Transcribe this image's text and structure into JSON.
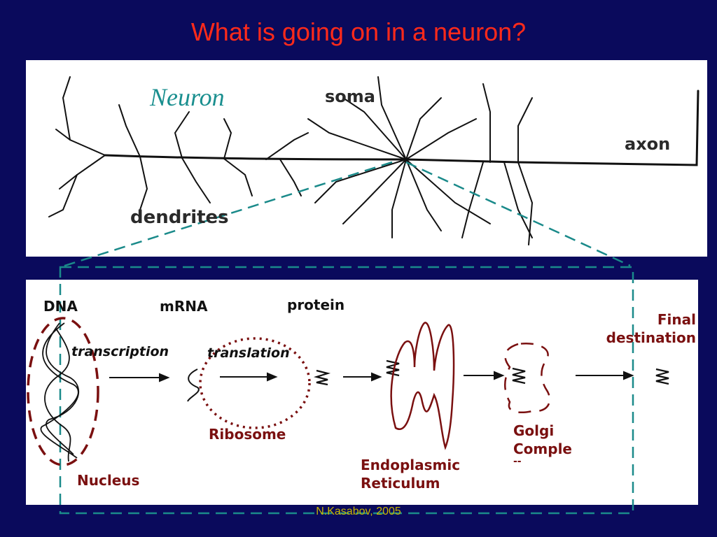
{
  "title": "What is going on in a neuron?",
  "neuron_panel": {
    "heading": "Neuron",
    "labels": {
      "soma": "soma",
      "axon": "axon",
      "dendrites": "dendrites"
    }
  },
  "process_panel": {
    "molecules": {
      "dna": "DNA",
      "mrna": "mRNA",
      "protein": "protein"
    },
    "steps": {
      "transcription": "transcription",
      "translation": "translation"
    },
    "organelles": {
      "nucleus": "Nucleus",
      "ribosome": "Ribosome",
      "er_line1": "Endoplasmic",
      "er_line2": "Reticulum",
      "golgi_line1": "Golgi",
      "golgi_line2": "Comple",
      "golgi_line3": "--",
      "final_line1": "Final",
      "final_line2": "destination"
    }
  },
  "footer": "N.Kasabov, 2005",
  "colors": {
    "background": "#0a0a5c",
    "title": "#ff2a1a",
    "organelle": "#7a1010",
    "teal_dash": "#1a8a8a",
    "footer": "#c8b400"
  }
}
